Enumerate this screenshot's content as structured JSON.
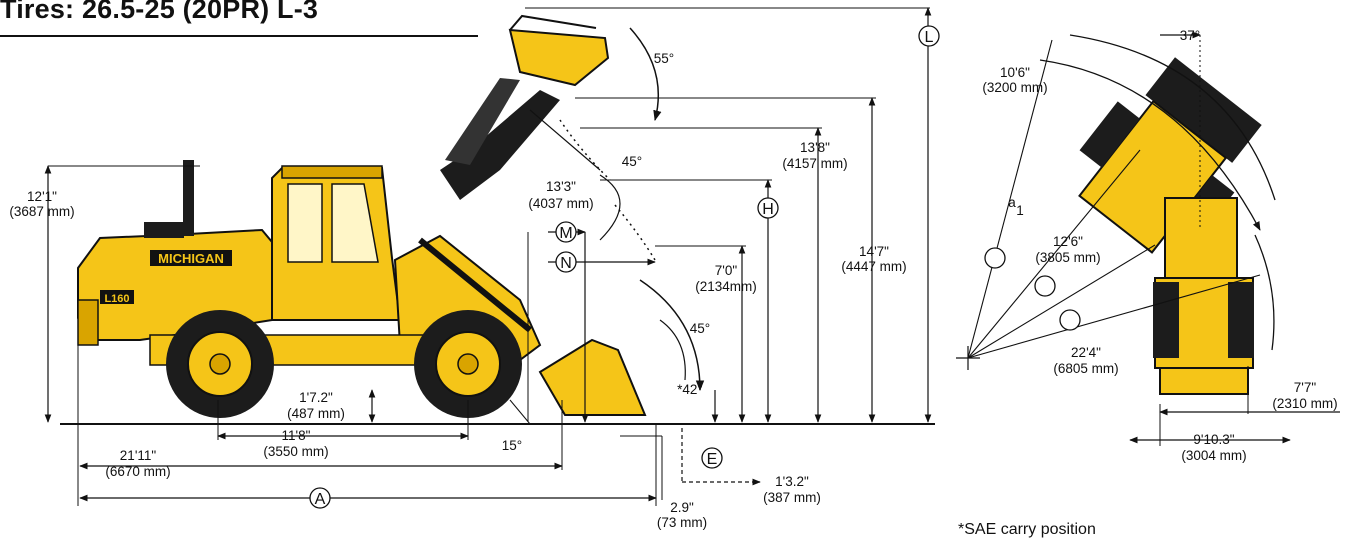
{
  "title": "Tires:  26.5-25 (20PR) L-3",
  "footnote": "*SAE carry position",
  "machine": {
    "brand": "MICHIGAN",
    "model": "L160"
  },
  "colors": {
    "body": "#f5c518",
    "body_dark": "#d9a400",
    "tire": "#1c1c1c",
    "line": "#111111",
    "window": "#fff6c8"
  },
  "dimension_letters": {
    "A": "A",
    "E": "E",
    "H": "H",
    "L": "L",
    "M": "M",
    "N": "N"
  },
  "side_view": {
    "overall_height": "12'1\"",
    "overall_height_mm": "(3687 mm)",
    "dump_angle_top": "55°",
    "hinge_height": "13'8\"",
    "hinge_height_mm": "(4157 mm)",
    "dump_angle_mid": "45°",
    "dump_clearance": "13'3\"",
    "dump_clearance_mm": "(4037 mm)",
    "max_height": "14'7\"",
    "max_height_mm": "(4447 mm)",
    "carry_height": "7'0\"",
    "carry_height_mm": "(2134mm)",
    "rollback_angle": "45°",
    "carry_angle": "*42°",
    "ground_clearance": "1'7.2\"",
    "ground_clearance_mm": "(487 mm)",
    "wheelbase": "11'8\"",
    "wheelbase_mm": "(3550 mm)",
    "departure_angle": "15°",
    "length_no_bucket": "21'11\"",
    "length_no_bucket_mm": "(6670 mm)",
    "digging_depth": "2.9\"",
    "digging_depth_mm": "(73 mm)",
    "dig_offset": "1'3.2\"",
    "dig_offset_mm": "(387 mm)"
  },
  "top_view": {
    "articulation_angle": "37°",
    "clearance_radius_inner": "10'6\"",
    "clearance_radius_inner_mm": "(3200 mm)",
    "a1_label": "a",
    "a1_sub": "1",
    "turning_radius": "12'6\"",
    "turning_radius_mm": "(3805 mm)",
    "turning_radius_outer": "22'4\"",
    "turning_radius_outer_mm": "(6805 mm)",
    "overall_width": "7'7\"",
    "overall_width_mm": "(2310 mm)",
    "tread_width": "9'10.3\"",
    "tread_width_mm": "(3004 mm)"
  }
}
